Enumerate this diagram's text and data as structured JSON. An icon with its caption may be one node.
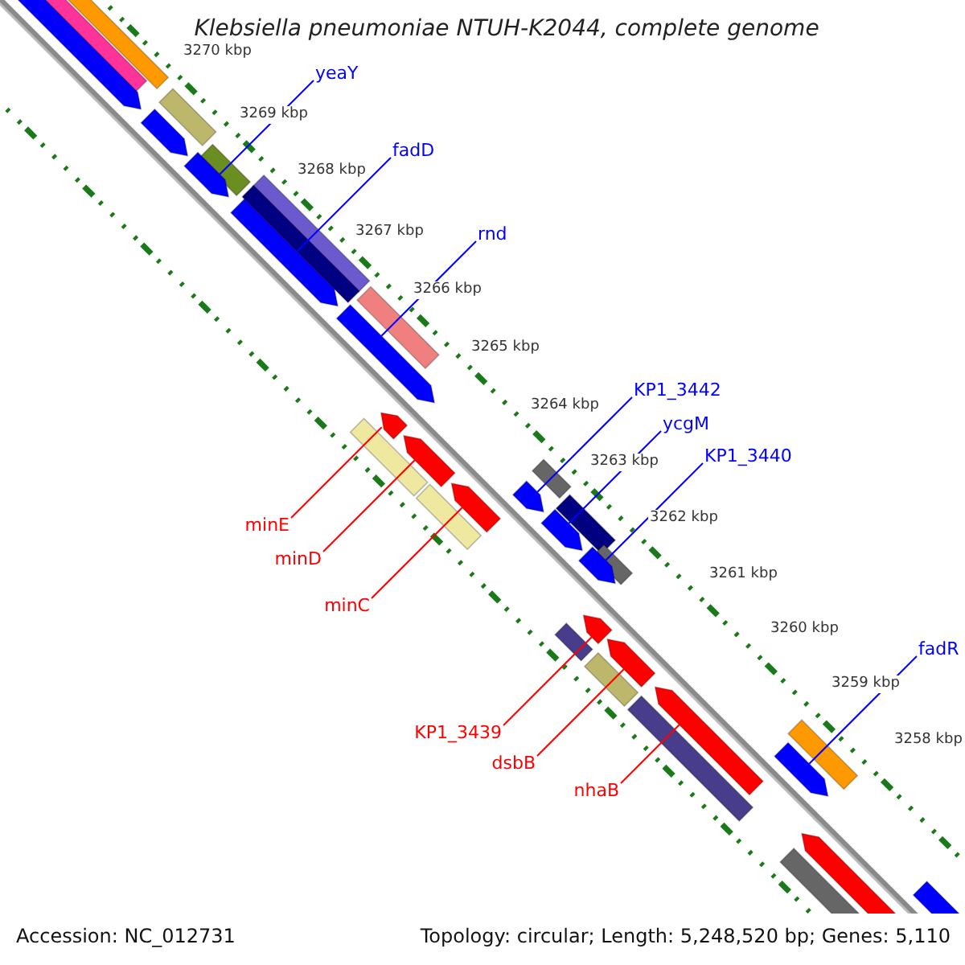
{
  "diagram": {
    "title": "Klebsiella pneumoniae NTUH-K2044, complete genome",
    "nodes": [
      {
        "text": [
          "yeaY"
        ]
      },
      {
        "text": [
          "fadD"
        ]
      },
      {
        "text": [
          "rnd"
        ]
      },
      {
        "text": [
          "KP1_3442"
        ]
      },
      {
        "text": [
          "ycgM"
        ]
      },
      {
        "text": [
          "KP1_3440"
        ]
      },
      {
        "text": [
          "minE"
        ]
      },
      {
        "text": [
          "minD"
        ]
      },
      {
        "text": [
          "minC"
        ]
      },
      {
        "text": [
          "fadR"
        ]
      },
      {
        "text": [
          "KP1_3439"
        ]
      },
      {
        "text": [
          "dsbB"
        ]
      },
      {
        "text": [
          "nhaB"
        ]
      },
      {
        "text": [],
        "shape": "arrow"
      },
      {
        "text": [],
        "shape": "arrow"
      },
      {
        "text": [],
        "shape": "arrow"
      },
      {
        "text": [],
        "shape": "arrow"
      },
      {
        "text": [],
        "shape": "arrow"
      },
      {
        "text": [],
        "shape": "arrow"
      },
      {
        "text": [],
        "shape": "arrow"
      },
      {
        "text": [],
        "shape": "arrow"
      },
      {
        "text": [],
        "shape": "arrow"
      },
      {
        "text": [],
        "shape": "arrow"
      },
      {
        "text": [],
        "shape": "arrow"
      },
      {
        "text": [],
        "shape": "arrow"
      },
      {
        "text": [],
        "shape": "arrow"
      },
      {
        "text": [],
        "shape": "arrow"
      },
      {
        "text": [],
        "shape": "arrow"
      },
      {
        "text": [],
        "shape": "arrow"
      },
      {
        "text": [],
        "shape": "arrow"
      }
    ],
    "edges": [
      {
        "from": 0,
        "to": 13,
        "arrow": "none",
        "color": "#0000ff"
      },
      {
        "from": 1,
        "to": 14,
        "arrow": "none",
        "color": "#0000ff"
      },
      {
        "from": 2,
        "to": 15,
        "arrow": "none",
        "color": "#0000ff"
      },
      {
        "from": 3,
        "to": 16,
        "arrow": "none",
        "color": "#0000ff"
      },
      {
        "from": 4,
        "to": 17,
        "arrow": "none",
        "color": "#0000ff"
      },
      {
        "from": 5,
        "to": 18,
        "arrow": "none",
        "color": "#0000ff"
      },
      {
        "from": 6,
        "to": 19,
        "arrow": "none",
        "color": "#ff0000"
      },
      {
        "from": 7,
        "to": 20,
        "arrow": "none",
        "color": "#ff0000"
      },
      {
        "from": 8,
        "to": 21,
        "arrow": "none",
        "color": "#ff0000"
      },
      {
        "from": 9,
        "to": 22,
        "arrow": "none",
        "color": "#0000ff"
      },
      {
        "from": 10,
        "to": 23,
        "arrow": "none",
        "color": "#ff0000"
      },
      {
        "from": 11,
        "to": 24,
        "arrow": "none",
        "color": "#ff0000"
      },
      {
        "from": 12,
        "to": 25,
        "arrow": "none",
        "color": "#ff0000"
      }
    ],
    "labels": [
      "3270 kbp",
      "3269 kbp",
      "3268 kbp",
      "3267 kbp",
      "3266 kbp",
      "3265 kbp",
      "3264 kbp",
      "3263 kbp",
      "3262 kbp",
      "3261 kbp",
      "3260 kbp",
      "3259 kbp",
      "3258 kbp",
      "Accession: NC_012731",
      "Topology: circular; Length: 5,248,520 bp; Genes: 5,110"
    ]
  }
}
